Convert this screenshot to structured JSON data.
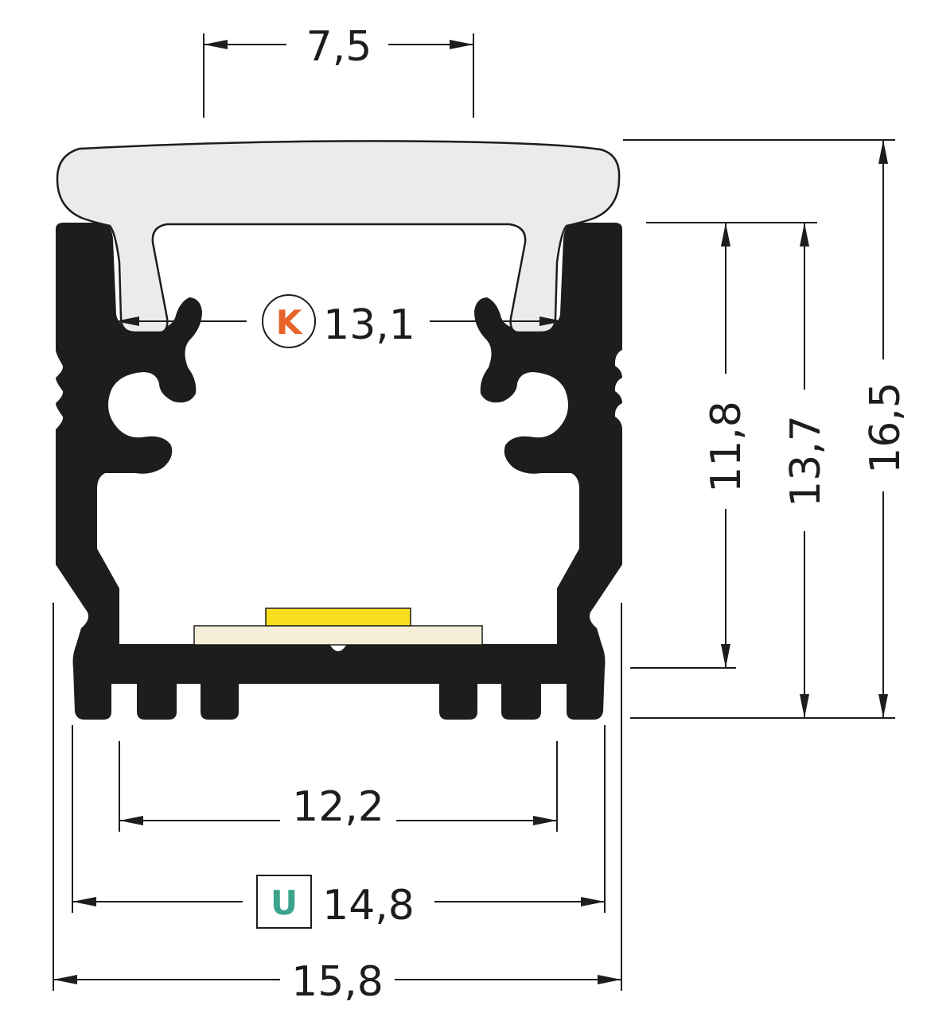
{
  "dimensions": {
    "top_opening": "7,5",
    "inner_width_k": "13,1",
    "inner_floor": "12,2",
    "outer_width_u": "14,8",
    "overall_width": "15,8",
    "depth_inner": "11,8",
    "depth_profile": "13,7",
    "depth_total": "16,5"
  },
  "badges": {
    "k_letter": "K",
    "u_letter": "U",
    "k_color": "#e8632a",
    "u_color": "#3aa58c"
  },
  "colors": {
    "profile": "#1d1d1b",
    "diffuser": "#ebebeb",
    "led_chip": "#f7df1e",
    "pcb": "#f5eed9"
  }
}
